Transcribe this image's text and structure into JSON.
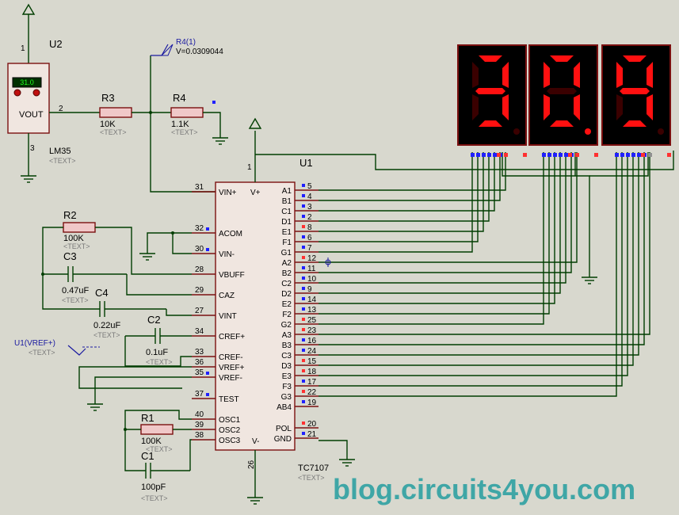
{
  "components": {
    "u2": {
      "ref": "U2",
      "part": "LM35",
      "text": "<TEXT>",
      "display": "31.0",
      "pin_out": "VOUT",
      "pins": [
        "1",
        "2",
        "3"
      ]
    },
    "r3": {
      "ref": "R3",
      "value": "10K",
      "text": "<TEXT>"
    },
    "r4": {
      "ref": "R4",
      "value": "1.1K",
      "text": "<TEXT>"
    },
    "probe_r4": {
      "name": "R4(1)",
      "reading": "V=0.0309044"
    },
    "r2": {
      "ref": "R2",
      "value": "100K",
      "text": "<TEXT>"
    },
    "c3": {
      "ref": "C3",
      "value": "0.47uF",
      "text": "<TEXT>"
    },
    "c4": {
      "ref": "C4",
      "value": "0.22uF",
      "text": "<TEXT>"
    },
    "c2": {
      "ref": "C2",
      "value": "0.1uF",
      "text": "<TEXT>"
    },
    "probe_vref": {
      "name": "U1(VREF+)",
      "text": "<TEXT>"
    },
    "r1": {
      "ref": "R1",
      "value": "100K",
      "text": "<TEXT>"
    },
    "c1": {
      "ref": "C1",
      "value": "100pF",
      "text": "<TEXT>"
    },
    "u1": {
      "ref": "U1",
      "part": "TC7107",
      "text": "<TEXT>",
      "vplus": "V+",
      "vminus": "V-",
      "pin_top": "1",
      "pin_bottom": "26"
    }
  },
  "u1_left_pins": [
    {
      "num": "31",
      "name": "VIN+"
    },
    {
      "num": "32",
      "name": "ACOM"
    },
    {
      "num": "30",
      "name": "VIN-"
    },
    {
      "num": "28",
      "name": "VBUFF"
    },
    {
      "num": "29",
      "name": "CAZ"
    },
    {
      "num": "27",
      "name": "VINT"
    },
    {
      "num": "34",
      "name": "CREF+"
    },
    {
      "num": "33",
      "name": "CREF-"
    },
    {
      "num": "36",
      "name": "VREF+"
    },
    {
      "num": "35",
      "name": "VREF-"
    },
    {
      "num": "37",
      "name": "TEST"
    },
    {
      "num": "40",
      "name": "OSC1"
    },
    {
      "num": "39",
      "name": "OSC2"
    },
    {
      "num": "38",
      "name": "OSC3"
    }
  ],
  "u1_right_pins": [
    {
      "num": "5",
      "name": "A1"
    },
    {
      "num": "4",
      "name": "B1"
    },
    {
      "num": "3",
      "name": "C1"
    },
    {
      "num": "2",
      "name": "D1"
    },
    {
      "num": "8",
      "name": "E1"
    },
    {
      "num": "6",
      "name": "F1"
    },
    {
      "num": "7",
      "name": "G1"
    },
    {
      "num": "12",
      "name": "A2"
    },
    {
      "num": "11",
      "name": "B2"
    },
    {
      "num": "10",
      "name": "C2"
    },
    {
      "num": "9",
      "name": "D2"
    },
    {
      "num": "14",
      "name": "E2"
    },
    {
      "num": "13",
      "name": "F2"
    },
    {
      "num": "25",
      "name": "G2"
    },
    {
      "num": "23",
      "name": "A3"
    },
    {
      "num": "16",
      "name": "B3"
    },
    {
      "num": "24",
      "name": "C3"
    },
    {
      "num": "15",
      "name": "D3"
    },
    {
      "num": "18",
      "name": "E3"
    },
    {
      "num": "17",
      "name": "F3"
    },
    {
      "num": "22",
      "name": "G3"
    },
    {
      "num": "19",
      "name": "AB4"
    },
    {
      "num": "20",
      "name": "POL"
    },
    {
      "num": "21",
      "name": "GND"
    }
  ],
  "displays": [
    {
      "digit": "3",
      "segments_on": [
        "a",
        "b",
        "c",
        "d",
        "g"
      ],
      "dp_on": false
    },
    {
      "digit": "0",
      "segments_on": [
        "a",
        "b",
        "c",
        "d",
        "e",
        "f"
      ],
      "dp_on": true
    },
    {
      "digit": "9",
      "segments_on": [
        "a",
        "b",
        "c",
        "d",
        "f",
        "g"
      ],
      "dp_on": false
    }
  ],
  "watermark": "blog.circuits4you.com",
  "colors": {
    "background": "#d8d8ce",
    "wire": "#003d00",
    "component": "#7a1010",
    "segment_on": "#ff1010",
    "segment_off": "#3a0000",
    "watermark": "#3fa6a6"
  }
}
